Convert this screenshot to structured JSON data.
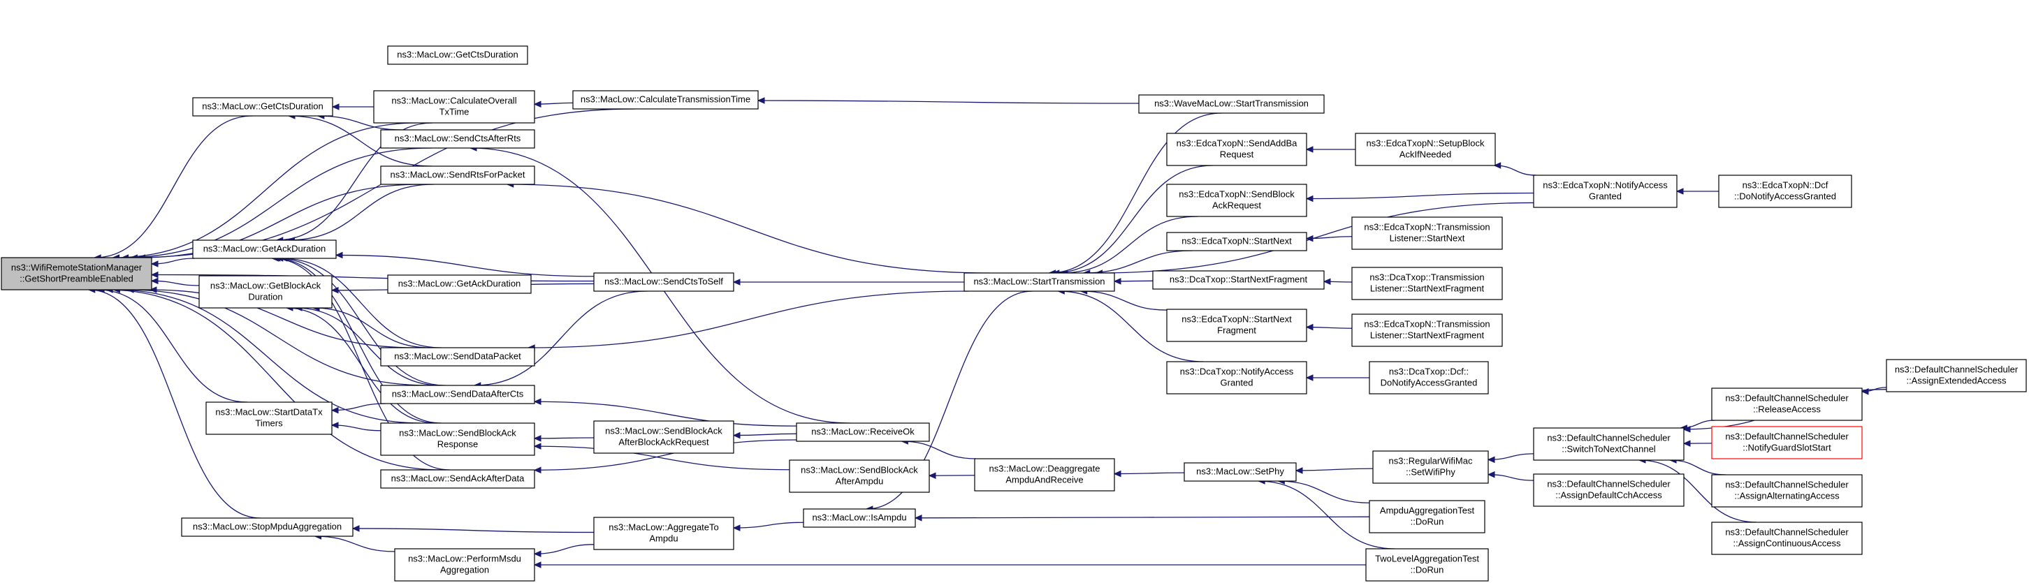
{
  "graph": {
    "nodes": [
      {
        "id": "root",
        "lines": [
          "ns3::WifiRemoteStationManager",
          "::GetShortPreambleEnabled"
        ],
        "root": true
      },
      {
        "id": "getCtsDurA",
        "lines": [
          "ns3::MacLow::GetCtsDuration"
        ]
      },
      {
        "id": "getCtsDurB",
        "lines": [
          "ns3::MacLow::GetCtsDuration"
        ]
      },
      {
        "id": "calcOverall",
        "lines": [
          "ns3::MacLow::CalculateOverall",
          "TxTime"
        ]
      },
      {
        "id": "calcTx",
        "lines": [
          "ns3::MacLow::CalculateTransmissionTime"
        ]
      },
      {
        "id": "sendCtsAfterRts",
        "lines": [
          "ns3::MacLow::SendCtsAfterRts"
        ]
      },
      {
        "id": "sendRtsForPacket",
        "lines": [
          "ns3::MacLow::SendRtsForPacket"
        ]
      },
      {
        "id": "getAckDurA",
        "lines": [
          "ns3::MacLow::GetAckDuration"
        ]
      },
      {
        "id": "getAckDurB",
        "lines": [
          "ns3::MacLow::GetAckDuration"
        ]
      },
      {
        "id": "getBlockAckDur",
        "lines": [
          "ns3::MacLow::GetBlockAck",
          "Duration"
        ]
      },
      {
        "id": "sendCtsToSelf",
        "lines": [
          "ns3::MacLow::SendCtsToSelf"
        ]
      },
      {
        "id": "sendDataPacket",
        "lines": [
          "ns3::MacLow::SendDataPacket"
        ]
      },
      {
        "id": "sendDataAfterCts",
        "lines": [
          "ns3::MacLow::SendDataAfterCts"
        ]
      },
      {
        "id": "startDataTx",
        "lines": [
          "ns3::MacLow::StartDataTx",
          "Timers"
        ]
      },
      {
        "id": "sendBlockAckResp",
        "lines": [
          "ns3::MacLow::SendBlockAck",
          "Response"
        ]
      },
      {
        "id": "sendAckAfterData",
        "lines": [
          "ns3::MacLow::SendAckAfterData"
        ]
      },
      {
        "id": "stopMpdu",
        "lines": [
          "ns3::MacLow::StopMpduAggregation"
        ]
      },
      {
        "id": "performMsdu",
        "lines": [
          "ns3::MacLow::PerformMsdu",
          "Aggregation"
        ]
      },
      {
        "id": "aggToAmpdu",
        "lines": [
          "ns3::MacLow::AggregateTo",
          "Ampdu"
        ]
      },
      {
        "id": "sendBlockAckAfterReq",
        "lines": [
          "ns3::MacLow::SendBlockAck",
          "AfterBlockAckRequest"
        ]
      },
      {
        "id": "sendBlockAckAfterAmpdu",
        "lines": [
          "ns3::MacLow::SendBlockAck",
          "AfterAmpdu"
        ]
      },
      {
        "id": "receiveOk",
        "lines": [
          "ns3::MacLow::ReceiveOk"
        ]
      },
      {
        "id": "isAmpdu",
        "lines": [
          "ns3::MacLow::IsAmpdu"
        ]
      },
      {
        "id": "startTransmission",
        "lines": [
          "ns3::MacLow::StartTransmission"
        ]
      },
      {
        "id": "deaggregate",
        "lines": [
          "ns3::MacLow::Deaggregate",
          "AmpduAndReceive"
        ]
      },
      {
        "id": "waveStart",
        "lines": [
          "ns3::WaveMacLow::StartTransmission"
        ]
      },
      {
        "id": "edcaSendAddBa",
        "lines": [
          "ns3::EdcaTxopN::SendAddBa",
          "Request"
        ]
      },
      {
        "id": "edcaSendBlockAckReq",
        "lines": [
          "ns3::EdcaTxopN::SendBlock",
          "AckRequest"
        ]
      },
      {
        "id": "edcaStartNext",
        "lines": [
          "ns3::EdcaTxopN::StartNext"
        ]
      },
      {
        "id": "dcaStartNextFrag",
        "lines": [
          "ns3::DcaTxop::StartNextFragment"
        ]
      },
      {
        "id": "edcaStartNextFrag",
        "lines": [
          "ns3::EdcaTxopN::StartNext",
          "Fragment"
        ]
      },
      {
        "id": "dcaNotifyAccess",
        "lines": [
          "ns3::DcaTxop::NotifyAccess",
          "Granted"
        ]
      },
      {
        "id": "setPhy",
        "lines": [
          "ns3::MacLow::SetPhy"
        ]
      },
      {
        "id": "edcaSetupBlockAck",
        "lines": [
          "ns3::EdcaTxopN::SetupBlock",
          "AckIfNeeded"
        ]
      },
      {
        "id": "edcaTLStartNext",
        "lines": [
          "ns3::EdcaTxopN::Transmission",
          "Listener::StartNext"
        ]
      },
      {
        "id": "dcaTLStartNextFrag",
        "lines": [
          "ns3::DcaTxop::Transmission",
          "Listener::StartNextFragment"
        ]
      },
      {
        "id": "edcaTLStartNextFrag",
        "lines": [
          "ns3::EdcaTxopN::Transmission",
          "Listener::StartNextFragment"
        ]
      },
      {
        "id": "dcaDcfNotify",
        "lines": [
          "ns3::DcaTxop::Dcf::",
          "DoNotifyAccessGranted"
        ]
      },
      {
        "id": "regularSetWifiPhy",
        "lines": [
          "ns3::RegularWifiMac",
          "::SetWifiPhy"
        ]
      },
      {
        "id": "ampduTestDoRun",
        "lines": [
          "AmpduAggregationTest",
          "::DoRun"
        ]
      },
      {
        "id": "twoLevelDoRun",
        "lines": [
          "TwoLevelAggregationTest",
          "::DoRun"
        ]
      },
      {
        "id": "edcaNotifyAccess",
        "lines": [
          "ns3::EdcaTxopN::NotifyAccess",
          "Granted"
        ]
      },
      {
        "id": "edcaDcfNotify",
        "lines": [
          "ns3::EdcaTxopN::Dcf",
          "::DoNotifyAccessGranted"
        ]
      },
      {
        "id": "dcsSwitch",
        "lines": [
          "ns3::DefaultChannelScheduler",
          "::SwitchToNextChannel"
        ]
      },
      {
        "id": "dcsAssignDefault",
        "lines": [
          "ns3::DefaultChannelScheduler",
          "::AssignDefaultCchAccess"
        ]
      },
      {
        "id": "dcsRelease",
        "lines": [
          "ns3::DefaultChannelScheduler",
          "::ReleaseAccess"
        ]
      },
      {
        "id": "dcsNotifyGuard",
        "lines": [
          "ns3::DefaultChannelScheduler",
          "::NotifyGuardSlotStart"
        ],
        "highlight": true
      },
      {
        "id": "dcsAssignAlt",
        "lines": [
          "ns3::DefaultChannelScheduler",
          "::AssignAlternatingAccess"
        ]
      },
      {
        "id": "dcsAssignCont",
        "lines": [
          "ns3::DefaultChannelScheduler",
          "::AssignContinuousAccess"
        ]
      },
      {
        "id": "dcsAssignExt",
        "lines": [
          "ns3::DefaultChannelScheduler",
          "::AssignExtendedAccess"
        ]
      }
    ],
    "edges": [
      [
        "getCtsDurA",
        "root"
      ],
      [
        "getAckDurA",
        "root"
      ],
      [
        "getBlockAckDur",
        "root"
      ],
      [
        "startDataTx",
        "root"
      ],
      [
        "stopMpdu",
        "root"
      ],
      [
        "calcOverall",
        "root"
      ],
      [
        "calcTx",
        "root"
      ],
      [
        "sendCtsAfterRts",
        "root"
      ],
      [
        "sendRtsForPacket",
        "root"
      ],
      [
        "sendCtsToSelf",
        "root"
      ],
      [
        "sendDataPacket",
        "root"
      ],
      [
        "sendDataAfterCts",
        "root"
      ],
      [
        "sendBlockAckResp",
        "root"
      ],
      [
        "sendAckAfterData",
        "root"
      ],
      [
        "calcOverall",
        "getCtsDurA"
      ],
      [
        "sendCtsAfterRts",
        "getCtsDurA"
      ],
      [
        "sendRtsForPacket",
        "getCtsDurA"
      ],
      [
        "calcOverall",
        "getAckDurA"
      ],
      [
        "sendRtsForPacket",
        "getAckDurA"
      ],
      [
        "sendCtsToSelf",
        "getAckDurA"
      ],
      [
        "sendDataPacket",
        "getAckDurA"
      ],
      [
        "sendDataAfterCts",
        "getAckDurA"
      ],
      [
        "sendBlockAckResp",
        "getAckDurA"
      ],
      [
        "sendAckAfterData",
        "getAckDurA"
      ],
      [
        "sendCtsToSelf",
        "getBlockAckDur"
      ],
      [
        "sendDataPacket",
        "getBlockAckDur"
      ],
      [
        "sendDataAfterCts",
        "getBlockAckDur"
      ],
      [
        "sendBlockAckResp",
        "getBlockAckDur"
      ],
      [
        "sendDataAfterCts",
        "startDataTx"
      ],
      [
        "sendBlockAckResp",
        "startDataTx"
      ],
      [
        "calcTx",
        "calcOverall"
      ],
      [
        "waveStart",
        "calcTx"
      ],
      [
        "receiveOk",
        "sendCtsAfterRts"
      ],
      [
        "startTransmission",
        "sendRtsForPacket"
      ],
      [
        "startTransmission",
        "sendCtsToSelf"
      ],
      [
        "startTransmission",
        "sendDataPacket"
      ],
      [
        "receiveOk",
        "sendDataAfterCts"
      ],
      [
        "sendCtsToSelf",
        "sendDataAfterCts"
      ],
      [
        "sendBlockAckAfterReq",
        "sendBlockAckResp"
      ],
      [
        "sendBlockAckAfterAmpdu",
        "sendBlockAckResp"
      ],
      [
        "receiveOk",
        "sendAckAfterData"
      ],
      [
        "performMsdu",
        "stopMpdu"
      ],
      [
        "aggToAmpdu",
        "stopMpdu"
      ],
      [
        "aggToAmpdu",
        "performMsdu"
      ],
      [
        "twoLevelDoRun",
        "performMsdu"
      ],
      [
        "isAmpdu",
        "aggToAmpdu"
      ],
      [
        "receiveOk",
        "sendBlockAckAfterReq"
      ],
      [
        "deaggregate",
        "receiveOk"
      ],
      [
        "deaggregate",
        "sendBlockAckAfterAmpdu"
      ],
      [
        "startTransmission",
        "isAmpdu"
      ],
      [
        "ampduTestDoRun",
        "isAmpdu"
      ],
      [
        "setPhy",
        "deaggregate"
      ],
      [
        "waveStart",
        "startTransmission"
      ],
      [
        "edcaSendAddBa",
        "startTransmission"
      ],
      [
        "edcaSendBlockAckReq",
        "startTransmission"
      ],
      [
        "edcaStartNext",
        "startTransmission"
      ],
      [
        "dcaStartNextFrag",
        "startTransmission"
      ],
      [
        "edcaStartNextFrag",
        "startTransmission"
      ],
      [
        "dcaNotifyAccess",
        "startTransmission"
      ],
      [
        "edcaNotifyAccess",
        "startTransmission"
      ],
      [
        "edcaSetupBlockAck",
        "edcaSendAddBa"
      ],
      [
        "edcaNotifyAccess",
        "edcaSendBlockAckReq"
      ],
      [
        "edcaTLStartNext",
        "edcaStartNext"
      ],
      [
        "dcaTLStartNextFrag",
        "dcaStartNextFrag"
      ],
      [
        "edcaTLStartNextFrag",
        "edcaStartNextFrag"
      ],
      [
        "dcaDcfNotify",
        "dcaNotifyAccess"
      ],
      [
        "regularSetWifiPhy",
        "setPhy"
      ],
      [
        "ampduTestDoRun",
        "setPhy"
      ],
      [
        "twoLevelDoRun",
        "setPhy"
      ],
      [
        "edcaNotifyAccess",
        "edcaSetupBlockAck"
      ],
      [
        "edcaDcfNotify",
        "edcaNotifyAccess"
      ],
      [
        "dcsSwitch",
        "regularSetWifiPhy"
      ],
      [
        "dcsAssignDefault",
        "regularSetWifiPhy"
      ],
      [
        "dcsRelease",
        "dcsSwitch"
      ],
      [
        "dcsNotifyGuard",
        "dcsSwitch"
      ],
      [
        "dcsAssignAlt",
        "dcsSwitch"
      ],
      [
        "dcsAssignCont",
        "dcsSwitch"
      ],
      [
        "dcsAssignExt",
        "dcsSwitch"
      ],
      [
        "dcsAssignExt",
        "dcsRelease"
      ]
    ],
    "colors": {
      "edge": "#191970",
      "node_border": "#000000",
      "root_fill": "#bfbfbf",
      "highlight_border": "#ff0000"
    }
  }
}
